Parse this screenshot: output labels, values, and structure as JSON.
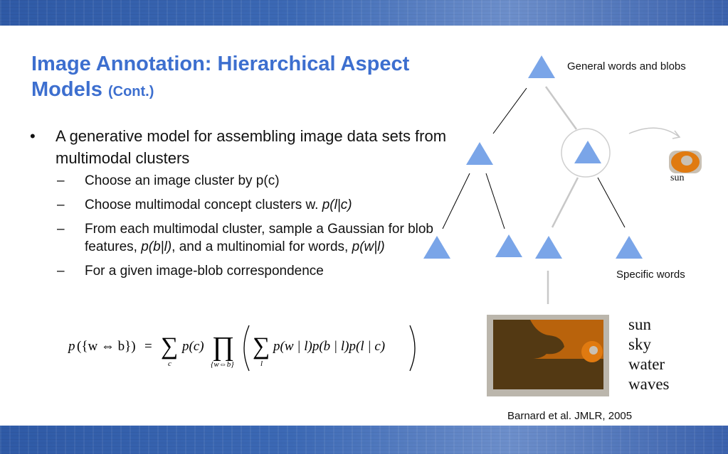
{
  "slide": {
    "title_main": "Image Annotation: Hierarchical Aspect Models",
    "title_suffix": "(Cont.)",
    "bullet": {
      "symbol": "•",
      "text": "A generative model for assembling image data sets from multimodal clusters"
    },
    "sub_bullets": [
      {
        "dash": "–",
        "text": "Choose an image cluster by p(c)",
        "italic": "",
        "after": ""
      },
      {
        "dash": "–",
        "text": "Choose multimodal concept clusters w. ",
        "italic": "p(l|c)",
        "after": ""
      },
      {
        "dash": "–",
        "text": "From each multimodal cluster, sample a Gaussian for blob features, ",
        "italic": "p(b|l)",
        "after": ", and a multinomial for words, ",
        "italic2": "p(w|l)"
      },
      {
        "dash": "–",
        "text": "For a given image-blob correspondence",
        "italic": "",
        "after": ""
      }
    ],
    "formula": {
      "lhs_p": "p",
      "lhs_set": "({w ⇔ b})",
      "equals": "=",
      "sum_c_sub": "c",
      "pc": "p(c)",
      "prod_sub": "{w⇔b}",
      "sum_l_sub": "l",
      "inner": "p(w | l)p(b | l)p(l | c)",
      "sum_symbol": "∑",
      "prod_symbol": "∏"
    },
    "diagram": {
      "label_general": "General words  and blobs",
      "label_specific": "Specific words",
      "sun_label": "sun",
      "words": [
        "sun",
        "sky",
        "water",
        "waves"
      ],
      "triangle_color": "#7aa5e8",
      "line_color": "#000000",
      "highlight_line_color": "#c8c8c8"
    },
    "citation": "Barnard et al. JMLR, 2005"
  }
}
